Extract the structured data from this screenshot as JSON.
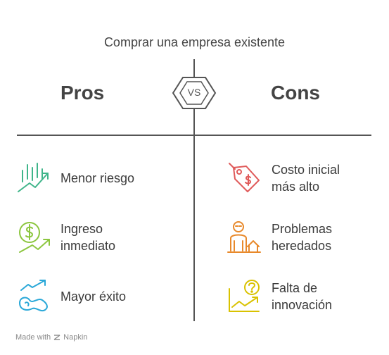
{
  "title": "Comprar una empresa existente",
  "vs_label": "VS",
  "pros": {
    "heading": "Pros",
    "items": [
      {
        "lines": [
          "Menor riesgo"
        ],
        "icon": "chart-growth-icon",
        "color": "#3fb58a"
      },
      {
        "lines": [
          "Ingreso",
          "inmediato"
        ],
        "icon": "dollar-arrow-icon",
        "color": "#8cc63f"
      },
      {
        "lines": [
          "Mayor éxito"
        ],
        "icon": "upward-trend-icon",
        "color": "#2aa8d8"
      }
    ]
  },
  "cons": {
    "heading": "Cons",
    "items": [
      {
        "lines": [
          "Costo inicial",
          "más alto"
        ],
        "icon": "price-tag-icon",
        "color": "#e05a5a"
      },
      {
        "lines": [
          "Problemas",
          "heredados"
        ],
        "icon": "person-house-icon",
        "color": "#e8892b"
      },
      {
        "lines": [
          "Falta de",
          "innovación"
        ],
        "icon": "question-chart-icon",
        "color": "#d9c200"
      }
    ]
  },
  "footer": {
    "made_with": "Made with",
    "brand": "Napkin"
  }
}
